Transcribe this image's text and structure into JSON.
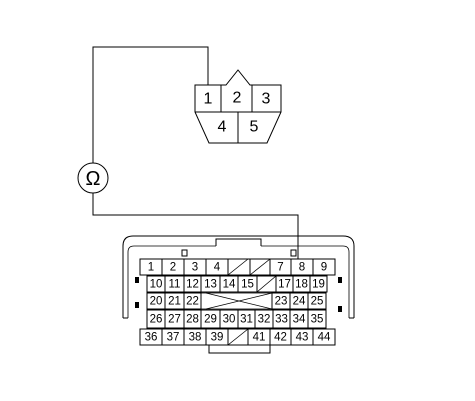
{
  "meter": {
    "symbol": "Ω"
  },
  "connector_small": {
    "top_row": [
      "1",
      "2",
      "3"
    ],
    "bottom_row": [
      "4",
      "5"
    ]
  },
  "connector_large": {
    "row1": [
      "1",
      "2",
      "3",
      "4",
      "",
      "",
      "7",
      "8",
      "9"
    ],
    "row2": [
      "10",
      "11",
      "12",
      "13",
      "14",
      "15",
      "",
      "17",
      "18",
      "19"
    ],
    "row3": [
      "20",
      "21",
      "22",
      "",
      "",
      "",
      "",
      "23",
      "24",
      "25"
    ],
    "row4": [
      "26",
      "27",
      "28",
      "29",
      "30",
      "31",
      "32",
      "33",
      "34",
      "35"
    ],
    "row5": [
      "36",
      "37",
      "38",
      "39",
      "",
      "41",
      "42",
      "43",
      "44"
    ]
  }
}
